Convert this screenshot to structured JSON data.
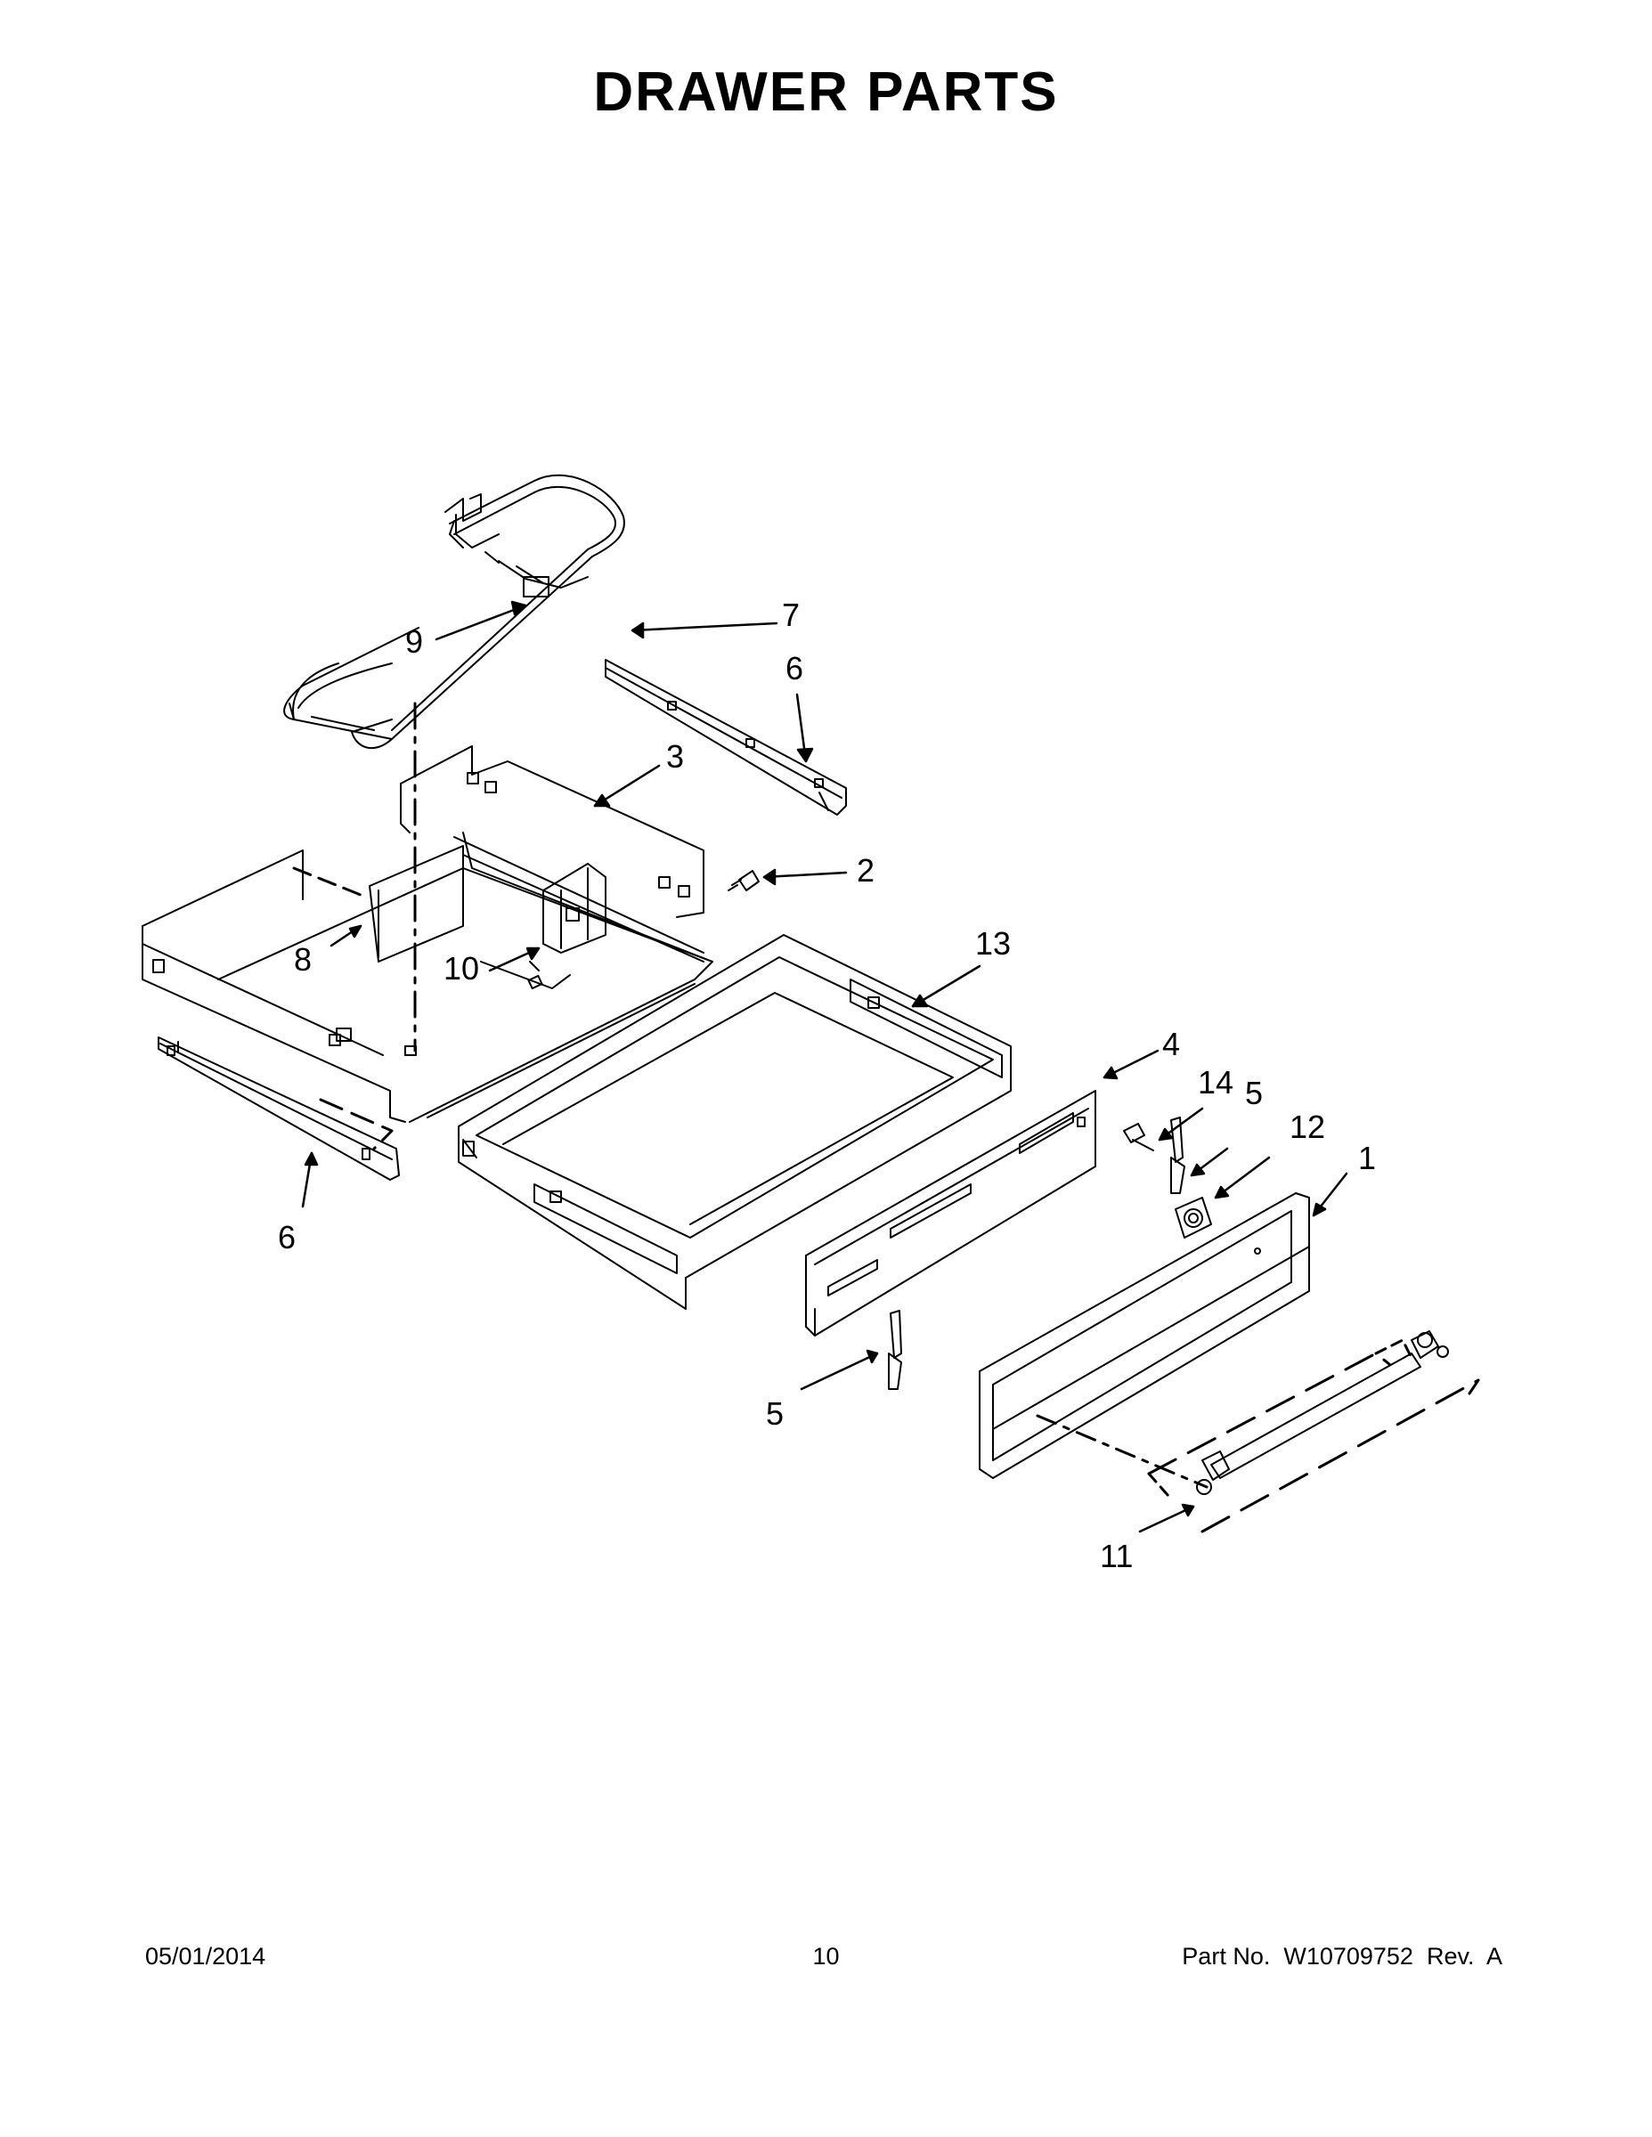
{
  "title": "DRAWER PARTS",
  "callouts": [
    {
      "id": "c9",
      "label": "9"
    },
    {
      "id": "c7",
      "label": "7"
    },
    {
      "id": "c6a",
      "label": "6"
    },
    {
      "id": "c3",
      "label": "3"
    },
    {
      "id": "c2",
      "label": "2"
    },
    {
      "id": "c13",
      "label": "13"
    },
    {
      "id": "c8",
      "label": "8"
    },
    {
      "id": "c10",
      "label": "10"
    },
    {
      "id": "c4",
      "label": "4"
    },
    {
      "id": "c14",
      "label": "14"
    },
    {
      "id": "c5a",
      "label": "5"
    },
    {
      "id": "c12",
      "label": "12"
    },
    {
      "id": "c1",
      "label": "1"
    },
    {
      "id": "c6b",
      "label": "6"
    },
    {
      "id": "c5b",
      "label": "5"
    },
    {
      "id": "c11",
      "label": "11"
    }
  ],
  "footer": {
    "date": "05/01/2014",
    "page": "10",
    "part": "Part No.  W10709752  Rev.  A"
  }
}
